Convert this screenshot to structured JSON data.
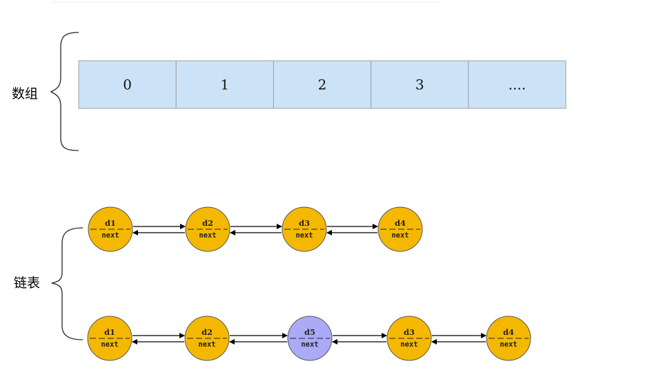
{
  "array": {
    "label": "数组",
    "cells": [
      "0",
      "1",
      "2",
      "3",
      "...."
    ],
    "fill": "#cce3f7",
    "stroke": "#a0a0a0"
  },
  "linked_list": {
    "label": "链表",
    "node_fill": "#f5b800",
    "node_highlight_fill": "#aaaaf7",
    "row1": [
      {
        "id": "d1",
        "next": "next"
      },
      {
        "id": "d2",
        "next": "next"
      },
      {
        "id": "d3",
        "next": "next"
      },
      {
        "id": "d4",
        "next": "next"
      }
    ],
    "row2": [
      {
        "id": "d1",
        "next": "next"
      },
      {
        "id": "d2",
        "next": "next"
      },
      {
        "id": "d5",
        "next": "next",
        "highlight": true
      },
      {
        "id": "d3",
        "next": "next"
      },
      {
        "id": "d4",
        "next": "next"
      }
    ]
  }
}
